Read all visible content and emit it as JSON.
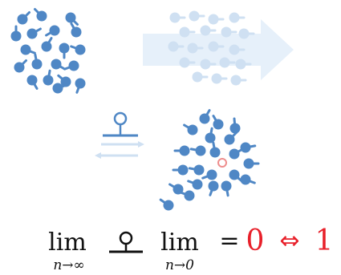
{
  "equation": {
    "lim_word_1": "lim",
    "limit_sub_1": "n→∞",
    "lim_word_2": "lim",
    "limit_sub_2": "n→0",
    "equals_sign": "=",
    "value_left": "0",
    "iff_symbol": "⇔",
    "value_right": "1"
  },
  "colors": {
    "particle": "#4f87c5",
    "particle_faded": "#cfe0f2",
    "arrow_faded": "#e6f0fa",
    "highlight": "#e8202a",
    "center_marker": "#ee8d8d",
    "ink": "#111111"
  },
  "icons": {
    "big_arrow": "wide-right-arrow-icon",
    "pin_toggle": "pin-switch-icon",
    "reversible_arrows": "double-arrow-icon",
    "iff": "iff-double-arrow-icon"
  }
}
